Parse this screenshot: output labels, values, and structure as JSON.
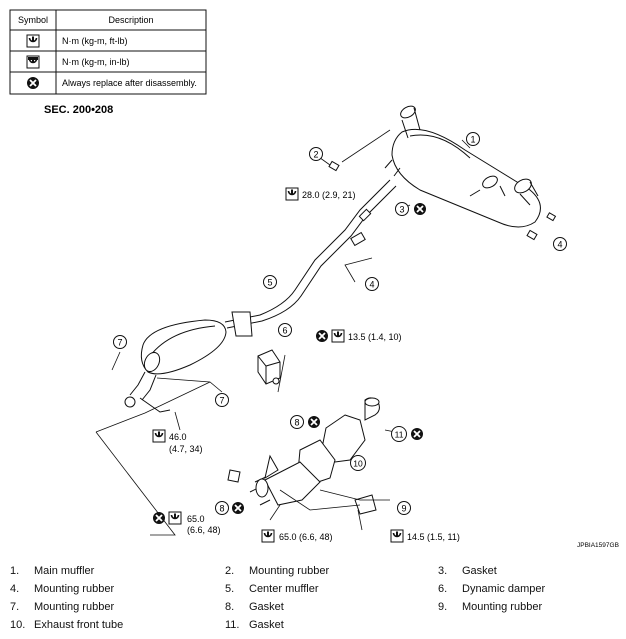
{
  "symbol_table": {
    "header_symbol": "Symbol",
    "header_description": "Description",
    "rows": [
      {
        "icon": "torque-icon",
        "description": "N·m (kg-m, ft-lb)"
      },
      {
        "icon": "torque-small-icon",
        "description": "N·m (kg-m, in-lb)"
      },
      {
        "icon": "replace-icon",
        "description": "Always replace after disassembly."
      }
    ]
  },
  "section": "SEC. 200•208",
  "figure_id": "JPBIA1597GB",
  "callouts": [
    "1",
    "2",
    "3",
    "4",
    "4",
    "5",
    "6",
    "7",
    "7",
    "8",
    "8",
    "9",
    "10",
    "11"
  ],
  "torques": {
    "t1": "28.0 (2.9, 21)",
    "t2": "13.5 (1.4, 10)",
    "t3a": "46.0",
    "t3b": "(4.7, 34)",
    "t4a": "65.0",
    "t4b": "(6.6, 48)",
    "t5": "65.0 (6.6, 48)",
    "t6": "14.5 (1.5, 11)"
  },
  "parts": [
    {
      "num": "1.",
      "name": "Main muffler"
    },
    {
      "num": "2.",
      "name": "Mounting rubber"
    },
    {
      "num": "3.",
      "name": "Gasket"
    },
    {
      "num": "4.",
      "name": "Mounting rubber"
    },
    {
      "num": "5.",
      "name": "Center muffler"
    },
    {
      "num": "6.",
      "name": "Dynamic damper"
    },
    {
      "num": "7.",
      "name": "Mounting rubber"
    },
    {
      "num": "8.",
      "name": "Gasket"
    },
    {
      "num": "9.",
      "name": "Mounting rubber"
    },
    {
      "num": "10.",
      "name": "Exhaust front tube"
    },
    {
      "num": "11.",
      "name": "Gasket"
    }
  ]
}
